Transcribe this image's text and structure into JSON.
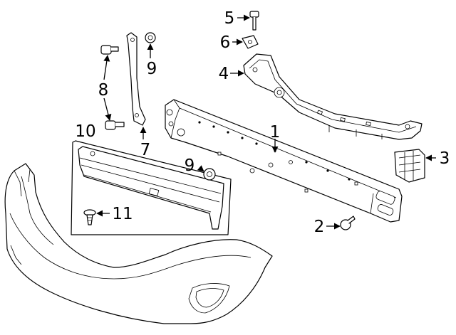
{
  "diagram": {
    "callouts": [
      {
        "id": "c1",
        "label": "1",
        "part": "bumper-reinforcement"
      },
      {
        "id": "c2",
        "label": "2",
        "part": "bolt"
      },
      {
        "id": "c3",
        "label": "3",
        "part": "end-bracket"
      },
      {
        "id": "c4",
        "label": "4",
        "part": "upper-support"
      },
      {
        "id": "c5",
        "label": "5",
        "part": "bolt"
      },
      {
        "id": "c6",
        "label": "6",
        "part": "clip-nut"
      },
      {
        "id": "c7",
        "label": "7",
        "part": "strap-bracket"
      },
      {
        "id": "c8a",
        "label": "8",
        "part": "bolt"
      },
      {
        "id": "c9a",
        "label": "9",
        "part": "nut"
      },
      {
        "id": "c9b",
        "label": "9",
        "part": "nut"
      },
      {
        "id": "c10",
        "label": "10",
        "part": "grille-panel-group"
      },
      {
        "id": "c11",
        "label": "11",
        "part": "push-pin-retainer"
      }
    ],
    "colors": {
      "line": "#000000",
      "background": "#ffffff"
    }
  }
}
